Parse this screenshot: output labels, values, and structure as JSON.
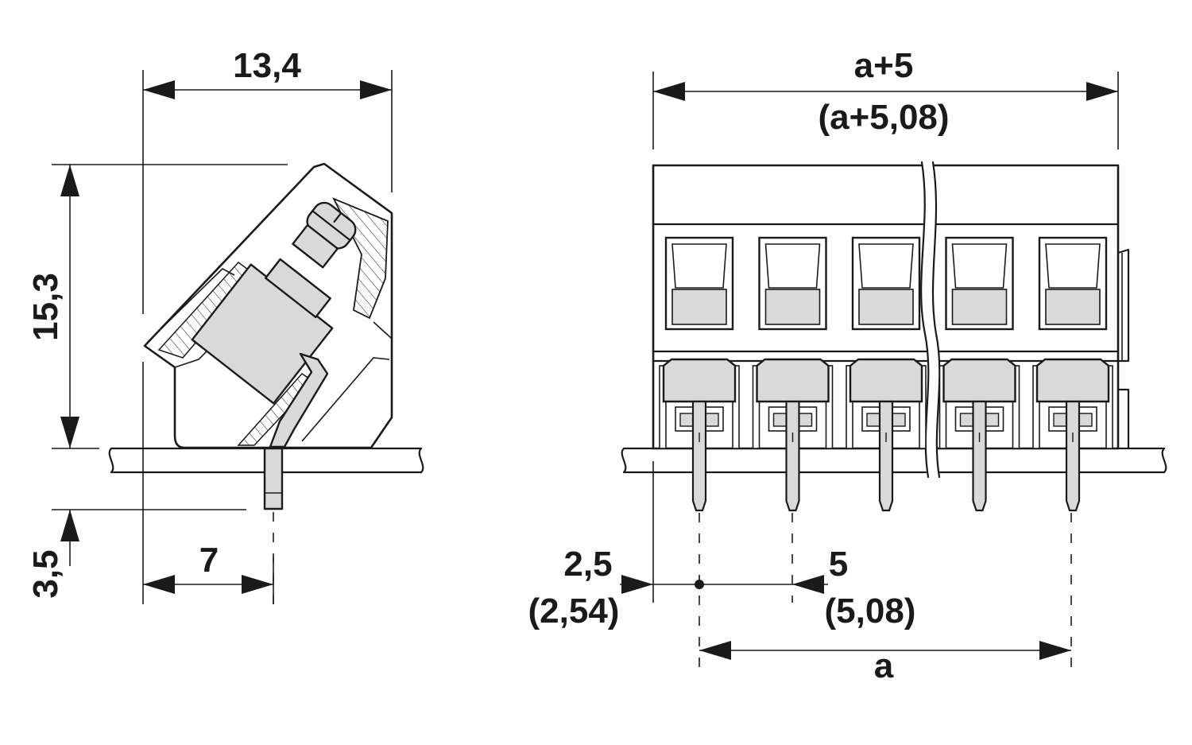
{
  "colors": {
    "ink": "#1a1a1a",
    "part_fill": "#d9d9d9",
    "paper": "#ffffff"
  },
  "side_view": {
    "width_dim": "13,4",
    "height_dim": "15,3",
    "pin_length_dim": "3,5",
    "pin_offset_dim": "7"
  },
  "front_view": {
    "overall_width": "a+5",
    "overall_width_alt": "(a+5,08)",
    "edge_offset": "2,5",
    "edge_offset_alt": "(2,54)",
    "pitch": "5",
    "pitch_alt": "(5,08)",
    "pin_span": "a",
    "positions": 5
  }
}
